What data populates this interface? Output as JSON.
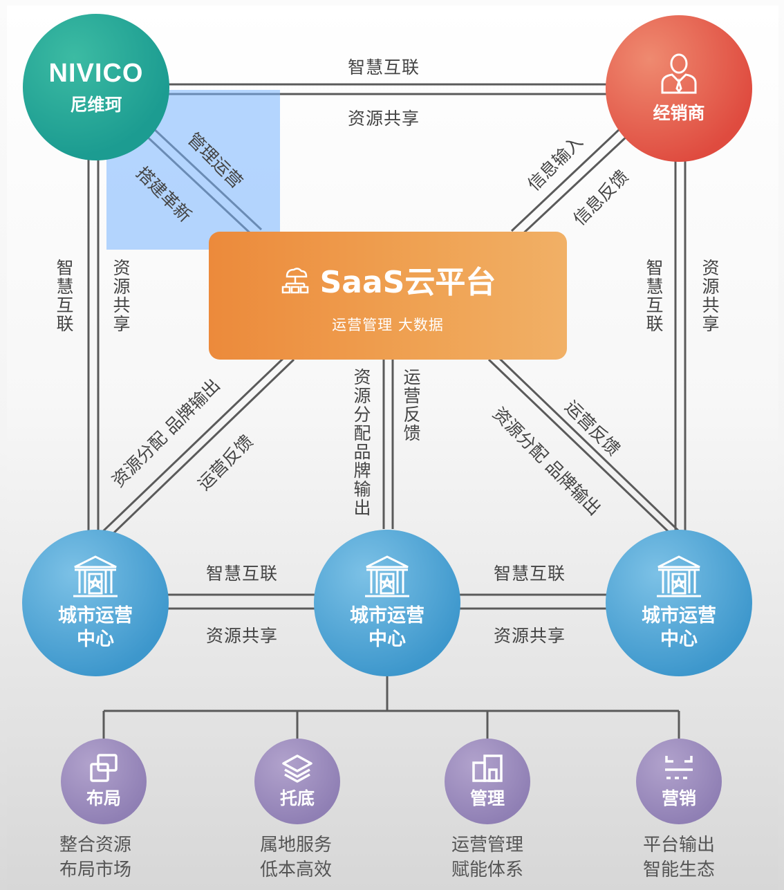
{
  "nodes": {
    "nivico": {
      "logo": "NIVICO",
      "name": "尼维珂"
    },
    "dealer": {
      "name": "经销商"
    },
    "saas": {
      "title": "SaaS云平台",
      "subtitle": "运营管理 大数据"
    },
    "city_centers": [
      {
        "name_line1": "城市运营",
        "name_line2": "中心"
      },
      {
        "name_line1": "城市运营",
        "name_line2": "中心"
      },
      {
        "name_line1": "城市运营",
        "name_line2": "中心"
      }
    ]
  },
  "edge_labels": {
    "top_upper": "智慧互联",
    "top_lower": "资源共享",
    "left_outer": "智慧互联",
    "left_inner": "资源共享",
    "right_inner": "智慧互联",
    "right_outer": "资源共享",
    "nivico_diag_upper": "管理运营",
    "nivico_diag_lower": "搭建革新",
    "dealer_diag_upper": "信息输入",
    "dealer_diag_lower": "信息反馈",
    "center_left": "资源分配 品牌输出",
    "center_right": "运营反馈",
    "lower_left_upper": "资源分配 品牌输出",
    "lower_left_lower": "运营反馈",
    "lower_right_upper": "运营反馈",
    "lower_right_lower": "资源分配 品牌输出",
    "bottom_left_upper": "智慧互联",
    "bottom_left_lower": "资源共享",
    "bottom_right_upper": "智慧互联",
    "bottom_right_lower": "资源共享"
  },
  "functions": [
    {
      "name": "布局",
      "icon": "layers-square-icon",
      "desc1": "整合资源",
      "desc2": "布局市场"
    },
    {
      "name": "托底",
      "icon": "stack-icon",
      "desc1": "属地服务",
      "desc2": "低本高效"
    },
    {
      "name": "管理",
      "icon": "buildings-icon",
      "desc1": "运营管理",
      "desc2": "赋能体系"
    },
    {
      "name": "营销",
      "icon": "dashed-frame-icon",
      "desc1": "平台输出",
      "desc2": "智能生态"
    }
  ],
  "colors": {
    "teal": "#1c9c91",
    "red": "#df4b3f",
    "orange": "#ec8a3b",
    "blue": "#3d97cc",
    "purple": "#8f7fb4",
    "line": "#555555"
  }
}
